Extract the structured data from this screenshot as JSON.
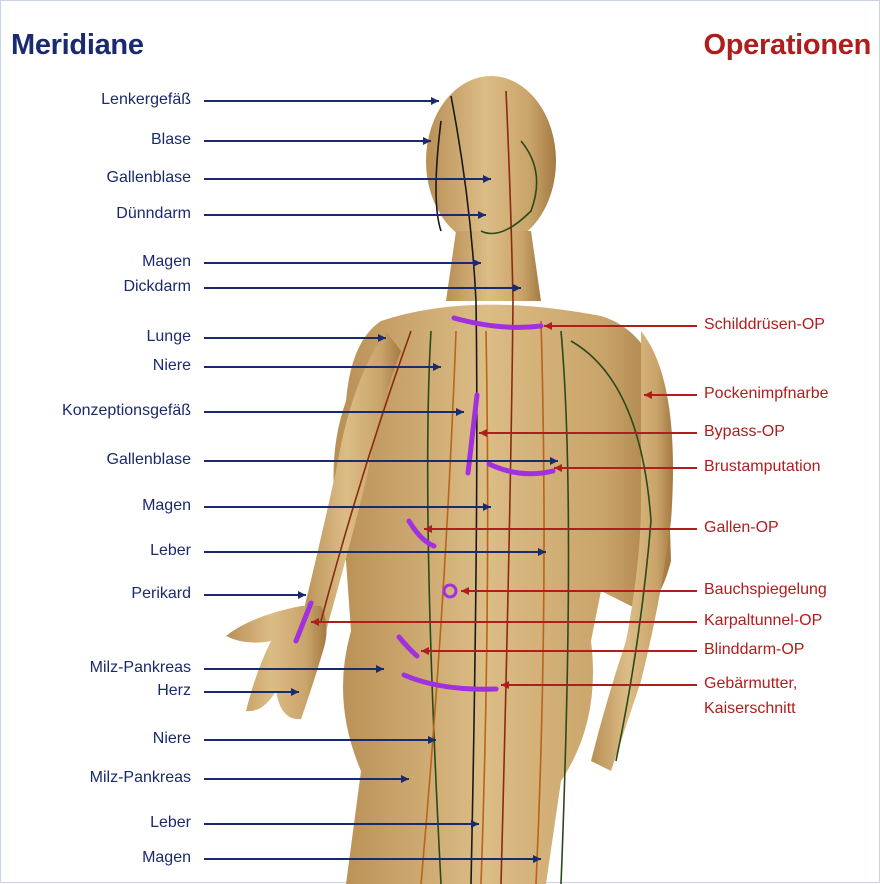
{
  "headers": {
    "left": "Meridiane",
    "right": "Operationen"
  },
  "meridians": [
    "Lenkergefäß",
    "Blase",
    "Gallenblase",
    "Dünndarm",
    "Magen",
    "Dickdarm",
    "Lunge",
    "Niere",
    "Konzeptionsgefäß",
    "Gallenblase",
    "Magen",
    "Leber",
    "Perikard",
    "Milz-Pankreas",
    "Herz",
    "Niere",
    "Milz-Pankreas",
    "Leber",
    "Magen"
  ],
  "operations": [
    "Schilddrüsen-OP",
    "Pockenimpfnarbe",
    "Bypass-OP",
    "Brustamputation",
    "Gallen-OP",
    "Bauchspiegelung",
    "Karpaltunnel-OP",
    "Blinddarm-OP",
    "Gebärmutter,",
    "Kaiserschnitt"
  ],
  "colors": {
    "meridian_text": "#1a2a6e",
    "operation_text": "#b01d1d",
    "scar_marker": "#a030e0",
    "body": "#c9a46a"
  }
}
